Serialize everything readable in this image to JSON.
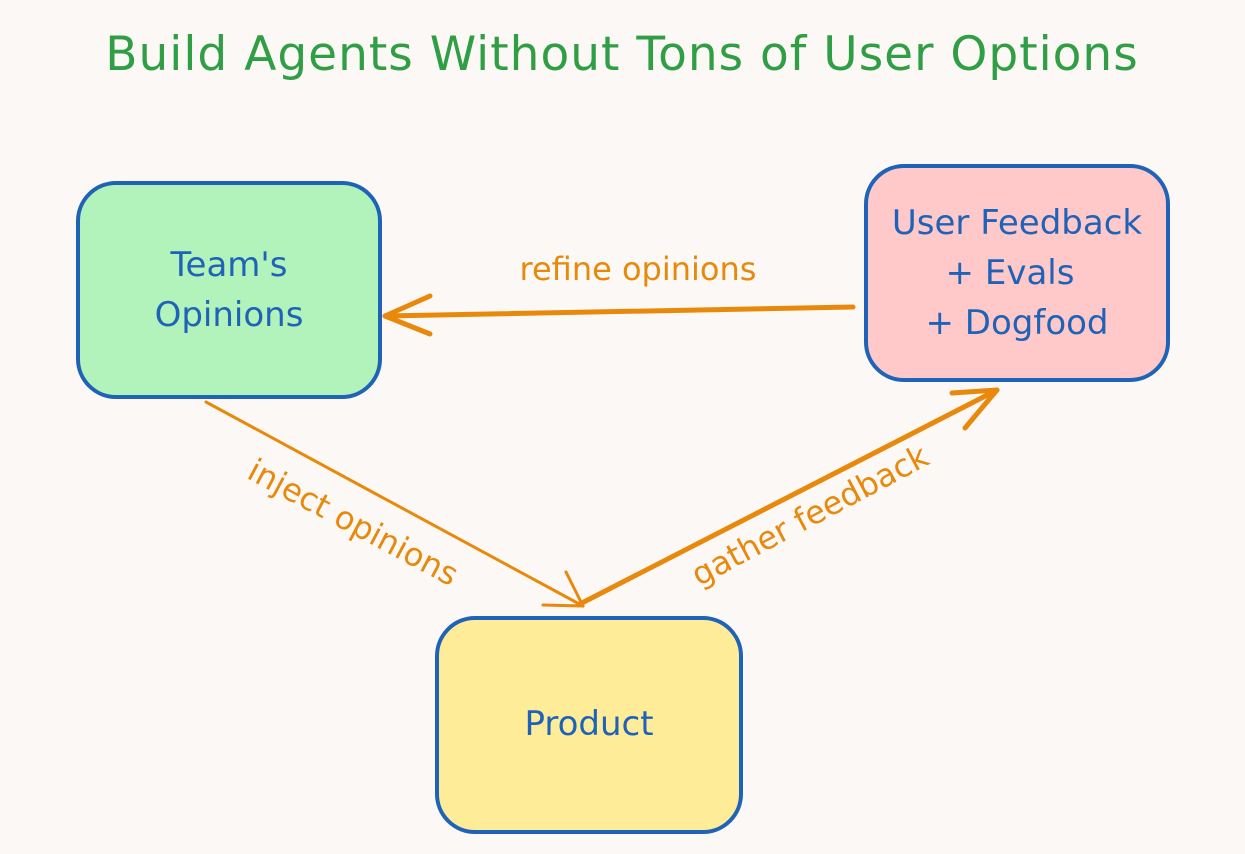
{
  "title": "Build Agents Without Tons of User Options",
  "colors": {
    "background": "#fcf8f5",
    "title": "#2f9e44",
    "node_stroke": "#1f63b8",
    "node_text": "#1f63b8",
    "edge": "#e8890c"
  },
  "nodes": {
    "team": {
      "lines": [
        "Team's",
        "Opinions"
      ],
      "fill": "#b2f2bb"
    },
    "feedback": {
      "lines": [
        "User Feedback",
        "+ Evals",
        "+ Dogfood"
      ],
      "fill": "#ffc9c9"
    },
    "product": {
      "lines": [
        "Product"
      ],
      "fill": "#ffec99"
    }
  },
  "edges": {
    "refine": {
      "label": "refine opinions"
    },
    "inject": {
      "label": "inject opinions"
    },
    "gather": {
      "label": "gather feedback"
    }
  }
}
